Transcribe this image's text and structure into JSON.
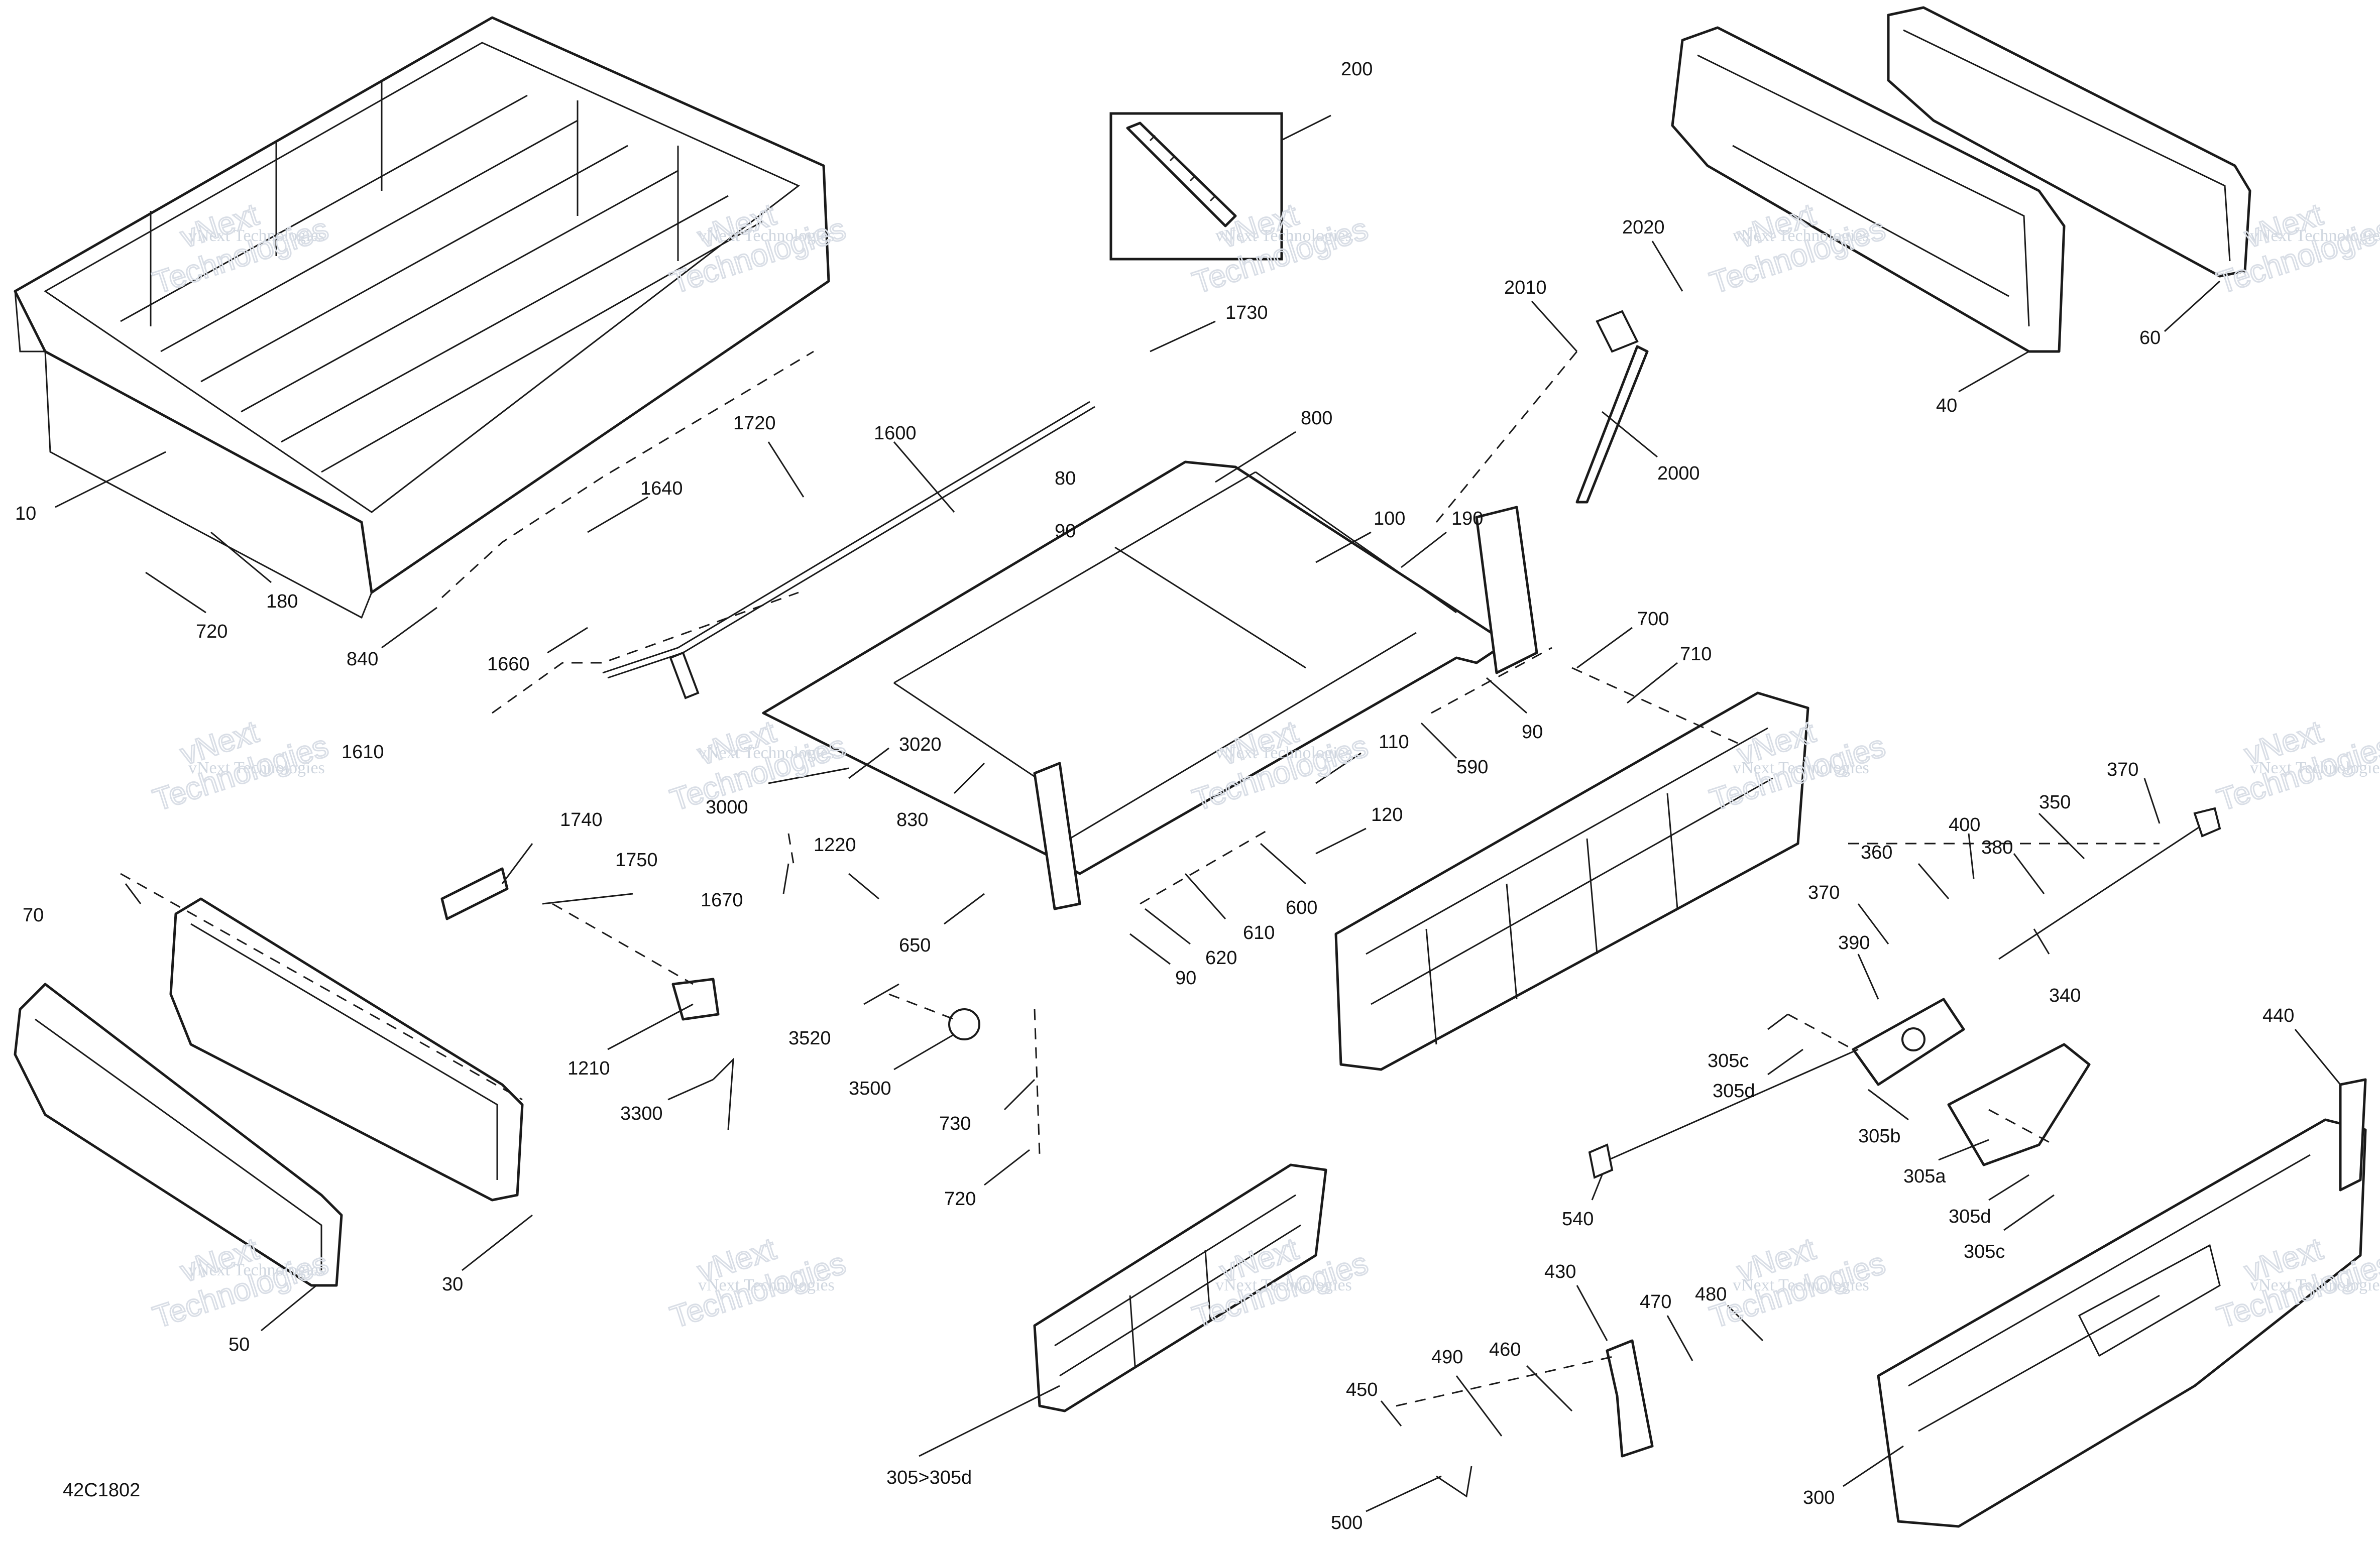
{
  "diagram": {
    "drawing_code": "42C1802",
    "watermark": {
      "line1": "vNext Technologies",
      "line2": "vNext",
      "line3": "Technologies"
    },
    "callouts": [
      {
        "id": "c10",
        "label": "10"
      },
      {
        "id": "c720a",
        "label": "720"
      },
      {
        "id": "c180",
        "label": "180"
      },
      {
        "id": "c840",
        "label": "840"
      },
      {
        "id": "c1720",
        "label": "1720"
      },
      {
        "id": "c1640",
        "label": "1640"
      },
      {
        "id": "c1660",
        "label": "1660"
      },
      {
        "id": "c1610",
        "label": "1610"
      },
      {
        "id": "c1600",
        "label": "1600"
      },
      {
        "id": "c1730",
        "label": "1730"
      },
      {
        "id": "c200",
        "label": "200"
      },
      {
        "id": "c80",
        "label": "80"
      },
      {
        "id": "c90a",
        "label": "90"
      },
      {
        "id": "c800",
        "label": "800"
      },
      {
        "id": "c100",
        "label": "100"
      },
      {
        "id": "c190",
        "label": "190"
      },
      {
        "id": "c2010",
        "label": "2010"
      },
      {
        "id": "c2020",
        "label": "2020"
      },
      {
        "id": "c2000",
        "label": "2000"
      },
      {
        "id": "c40",
        "label": "40"
      },
      {
        "id": "c60",
        "label": "60"
      },
      {
        "id": "c700",
        "label": "700"
      },
      {
        "id": "c710",
        "label": "710"
      },
      {
        "id": "c90b",
        "label": "90"
      },
      {
        "id": "c590",
        "label": "590"
      },
      {
        "id": "c110",
        "label": "110"
      },
      {
        "id": "c120",
        "label": "120"
      },
      {
        "id": "c3020",
        "label": "3020"
      },
      {
        "id": "c3000",
        "label": "3000"
      },
      {
        "id": "c830",
        "label": "830"
      },
      {
        "id": "c1740",
        "label": "1740"
      },
      {
        "id": "c1750",
        "label": "1750"
      },
      {
        "id": "c70",
        "label": "70"
      },
      {
        "id": "c1670",
        "label": "1670"
      },
      {
        "id": "c1220",
        "label": "1220"
      },
      {
        "id": "c650",
        "label": "650"
      },
      {
        "id": "c600",
        "label": "600"
      },
      {
        "id": "c610",
        "label": "610"
      },
      {
        "id": "c620",
        "label": "620"
      },
      {
        "id": "c90c",
        "label": "90"
      },
      {
        "id": "c1210",
        "label": "1210"
      },
      {
        "id": "c3520",
        "label": "3520"
      },
      {
        "id": "c3500",
        "label": "3500"
      },
      {
        "id": "c3300",
        "label": "3300"
      },
      {
        "id": "c730",
        "label": "730"
      },
      {
        "id": "c720b",
        "label": "720"
      },
      {
        "id": "c30",
        "label": "30"
      },
      {
        "id": "c50",
        "label": "50"
      },
      {
        "id": "c370a",
        "label": "370"
      },
      {
        "id": "c350",
        "label": "350"
      },
      {
        "id": "c400",
        "label": "400"
      },
      {
        "id": "c380",
        "label": "380"
      },
      {
        "id": "c360",
        "label": "360"
      },
      {
        "id": "c370b",
        "label": "370"
      },
      {
        "id": "c340",
        "label": "340"
      },
      {
        "id": "c390",
        "label": "390"
      },
      {
        "id": "c305c_a",
        "label": "305c"
      },
      {
        "id": "c305d_a",
        "label": "305d"
      },
      {
        "id": "c305b",
        "label": "305b"
      },
      {
        "id": "c305a",
        "label": "305a"
      },
      {
        "id": "c305d_b",
        "label": "305d"
      },
      {
        "id": "c305c_b",
        "label": "305c"
      },
      {
        "id": "c540",
        "label": "540"
      },
      {
        "id": "c440",
        "label": "440"
      },
      {
        "id": "c430",
        "label": "430"
      },
      {
        "id": "c470",
        "label": "470"
      },
      {
        "id": "c480",
        "label": "480"
      },
      {
        "id": "c460",
        "label": "460"
      },
      {
        "id": "c490",
        "label": "490"
      },
      {
        "id": "c450",
        "label": "450"
      },
      {
        "id": "c500",
        "label": "500"
      },
      {
        "id": "c300",
        "label": "300"
      },
      {
        "id": "c305_305d",
        "label": "305>305d"
      }
    ]
  }
}
